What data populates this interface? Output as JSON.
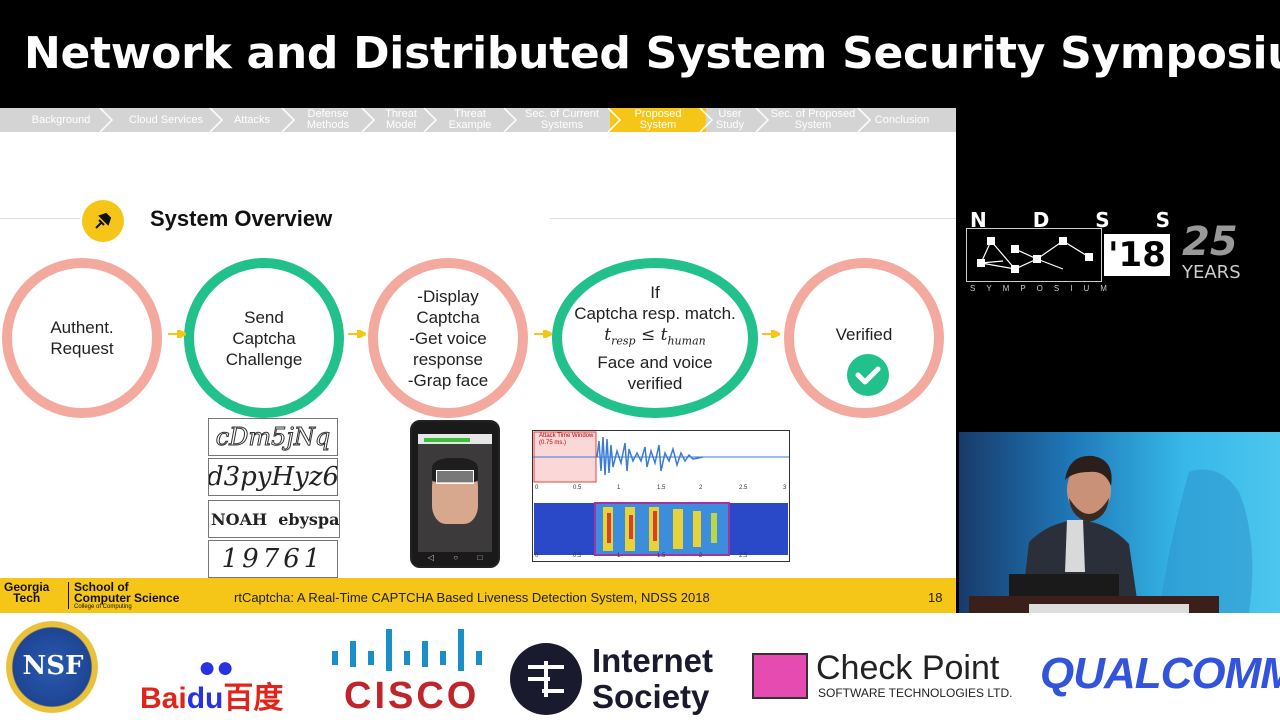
{
  "header": {
    "title": "Network and Distributed System Security Symposium"
  },
  "slide": {
    "nav": [
      {
        "label": "Background",
        "active": false
      },
      {
        "label": "Cloud Services",
        "active": false
      },
      {
        "label": "Attacks",
        "active": false
      },
      {
        "label": "Defense\nMethods",
        "active": false
      },
      {
        "label": "Threat\nModel",
        "active": false
      },
      {
        "label": "Threat\nExample",
        "active": false
      },
      {
        "label": "Sec. of Current\nSystems",
        "active": false
      },
      {
        "label": "Proposed\nSystem",
        "active": true
      },
      {
        "label": "User\nStudy",
        "active": false
      },
      {
        "label": "Sec. of Proposed\nSystem",
        "active": false
      },
      {
        "label": "Conclusion",
        "active": false
      }
    ],
    "title": "System Overview",
    "steps": [
      {
        "text": "Authent.\nRequest",
        "color": "#f3a99e"
      },
      {
        "text": "Send\nCaptcha\nChallenge",
        "color": "#22c08a"
      },
      {
        "text": "-Display\nCaptcha\n-Get voice\nresponse\n-Grap face",
        "color": "#f3a99e"
      },
      {
        "text_line1": "If",
        "text_line2": "Captcha resp. match.",
        "formula_left": "t",
        "formula_left_sub": "resp",
        "formula_op": " ≤ ",
        "formula_right": "t",
        "formula_right_sub": "human",
        "text_line4": "Face and voice",
        "text_line5": "verified",
        "color": "#22c08a"
      },
      {
        "text": "Verified",
        "color": "#f3a99e"
      }
    ],
    "captchas": [
      "cDm5jNq",
      "d3pyHyz6",
      "NOAH  ebyspan",
      "19761"
    ],
    "waveform": {
      "attack_window_label": "Attack Time Window",
      "attack_window_value": "(0.75 ms.)",
      "x_ticks": [
        "0",
        "0.5",
        "1",
        "1.5",
        "2",
        "2.5",
        "3"
      ]
    },
    "footer": {
      "gt_line1": "Georgia",
      "gt_line2": "Tech",
      "scs_line1": "School of",
      "scs_line2": "Computer Science",
      "scs_sub": "College of Computing",
      "citation": "rtCaptcha: A Real-Time CAPTCHA Based Liveness Detection System, NDSS 2018",
      "page": "18"
    }
  },
  "ndss": {
    "letters": [
      "N",
      "D",
      "S",
      "S"
    ],
    "year": "'18",
    "symposium": "SYMPOSIUM",
    "anniversary": "25",
    "years": "YEARS"
  },
  "sponsors": {
    "nsf": "NSF",
    "baidu": "Bai",
    "baidu_du": "du",
    "baidu_cn": "百度",
    "cisco": "CISCO",
    "isoc_line1": "Internet",
    "isoc_line2": "Society",
    "checkpoint": "Check Point",
    "checkpoint_sub": "SOFTWARE TECHNOLOGIES LTD.",
    "qualcomm": "QUALCOMM"
  },
  "colors": {
    "accent_yellow": "#f5c518",
    "green": "#22c08a",
    "salmon": "#f3a99e"
  }
}
